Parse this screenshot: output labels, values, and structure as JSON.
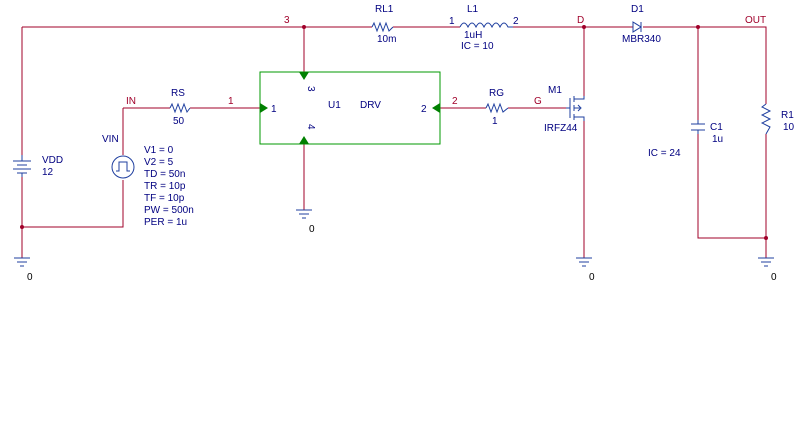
{
  "colors": {
    "wire": "#a0002a",
    "part": "#1f3f9f",
    "block_border": "#009900",
    "pin_marker": "#008000",
    "text": "#000080"
  },
  "nets": {
    "n3": "3",
    "d": "D",
    "out": "OUT",
    "in": "IN",
    "n1": "1",
    "n2": "2",
    "g": "G"
  },
  "vdd": {
    "ref": "VDD",
    "value": "12"
  },
  "vin": {
    "ref": "VIN",
    "params": [
      "V1 = 0",
      "V2 = 5",
      "TD = 50n",
      "TR = 10p",
      "TF = 10p",
      "PW = 500n",
      "PER = 1u"
    ]
  },
  "rs": {
    "ref": "RS",
    "value": "50"
  },
  "rl1": {
    "ref": "RL1",
    "value": "10m"
  },
  "l1": {
    "ref": "L1",
    "value": "1uH",
    "ic": "IC = 10",
    "pin_left": "1",
    "pin_right": "2"
  },
  "d1": {
    "ref": "D1",
    "value": "MBR340"
  },
  "u1": {
    "ref": "U1",
    "value": "DRV",
    "pins": {
      "p1": "1",
      "p2": "2",
      "p3": "3",
      "p4": "4"
    }
  },
  "rg": {
    "ref": "RG",
    "value": "1"
  },
  "m1": {
    "ref": "M1",
    "value": "IRFZ44"
  },
  "c1": {
    "ref": "C1",
    "value": "1u",
    "ic": "IC = 24"
  },
  "r1": {
    "ref": "R1",
    "value": "10"
  },
  "ground": {
    "label": "0"
  }
}
